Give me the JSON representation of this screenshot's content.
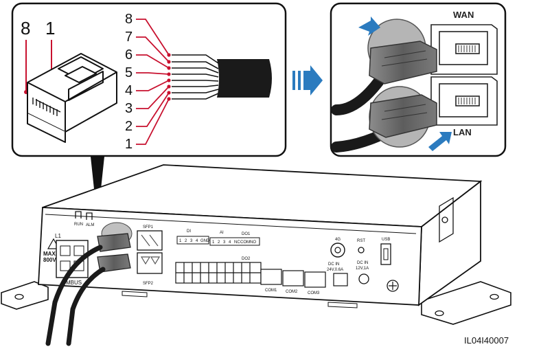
{
  "connector_detail": {
    "left_numbers": [
      "8",
      "1"
    ],
    "pins": [
      "8",
      "7",
      "6",
      "5",
      "4",
      "3",
      "2",
      "1"
    ]
  },
  "port_detail": {
    "wan_label": "WAN",
    "lan_label": "LAN"
  },
  "device": {
    "run_label": "RUN",
    "alm_label": "ALM",
    "l1_label": "L1",
    "max_label": "MAX.",
    "max_voltage": "800V",
    "mbus_label": "MBUS",
    "sfp1_label": "SFP1",
    "sfp2_label": "SFP2",
    "di_label": "DI",
    "ai_label": "AI",
    "do1_label": "DO1",
    "do2_label": "DO2",
    "di_terms": [
      "1",
      "2",
      "3",
      "4",
      "GND"
    ],
    "ai_terms": [
      "1",
      "2",
      "3",
      "4",
      "NC",
      "COM",
      "NO"
    ],
    "g4_label": "4G",
    "rst_label": "RST",
    "usb_label": "USB",
    "dc_in_1": "DC  IN",
    "dc_in_1_rating": "24V,0.6A",
    "dc_in_2": "DC  IN",
    "dc_in_2_rating": "12V,1A",
    "com1": "COM1",
    "com2": "COM2",
    "com3": "COM3"
  },
  "figure_id": "IL04I40007",
  "colors": {
    "callout_line": "#c8102e",
    "arrow": "#2b7bbf",
    "cable": "#1a1a1a",
    "plug": "#6f6f6f"
  }
}
